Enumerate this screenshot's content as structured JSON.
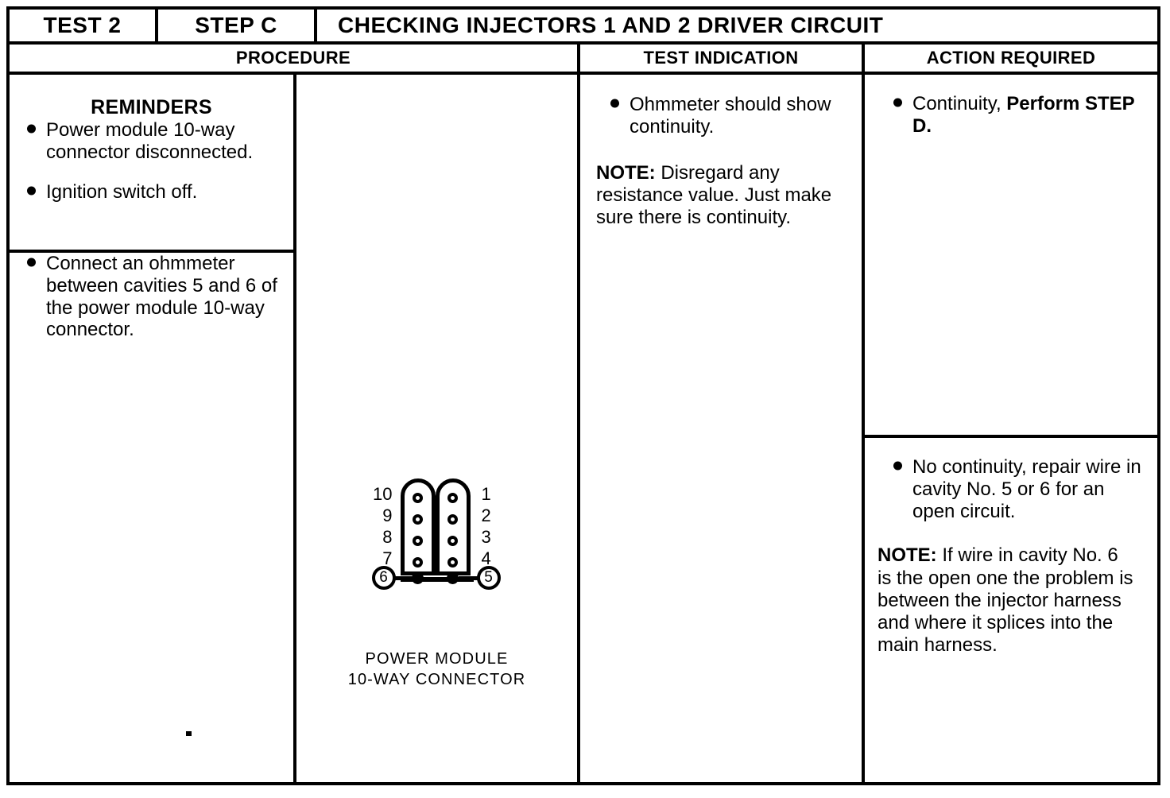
{
  "header": {
    "test_label": "TEST 2",
    "step_label": "STEP C",
    "title": "CHECKING INJECTORS 1 AND 2 DRIVER CIRCUIT",
    "columns": {
      "procedure": "PROCEDURE",
      "test_indication": "TEST INDICATION",
      "action_required": "ACTION REQUIRED"
    }
  },
  "procedure": {
    "reminders_title": "REMINDERS",
    "reminders": [
      "Power module 10-way connector disconnected.",
      "Ignition switch off."
    ],
    "steps": [
      "Connect an ohmmeter between cavities 5 and 6 of the power module 10-way connector."
    ]
  },
  "test_indication": {
    "bullets": [
      "Ohmmeter should show continuity."
    ],
    "note_label": "NOTE:",
    "note_text": " Disregard any resistance value. Just make sure there is continuity."
  },
  "action_required": {
    "top": {
      "bullet_prefix": "Continuity, ",
      "bullet_bold": "Perform STEP D."
    },
    "bottom": {
      "bullets": [
        "No continuity, repair wire in cavity No. 5 or 6 for an open circuit."
      ],
      "note_label": "NOTE:",
      "note_text": " If wire in cavity No. 6 is the open one the problem is between the injector harness and where it splices into the main harness."
    }
  },
  "diagram": {
    "caption_line1": "POWER MODULE",
    "caption_line2": "10-WAY CONNECTOR",
    "left_numbers": [
      "10",
      "9",
      "8",
      "7"
    ],
    "right_numbers": [
      "1",
      "2",
      "3",
      "4"
    ],
    "circled_left": "6",
    "circled_right": "5"
  },
  "colors": {
    "ink": "#000000",
    "paper": "#ffffff"
  }
}
